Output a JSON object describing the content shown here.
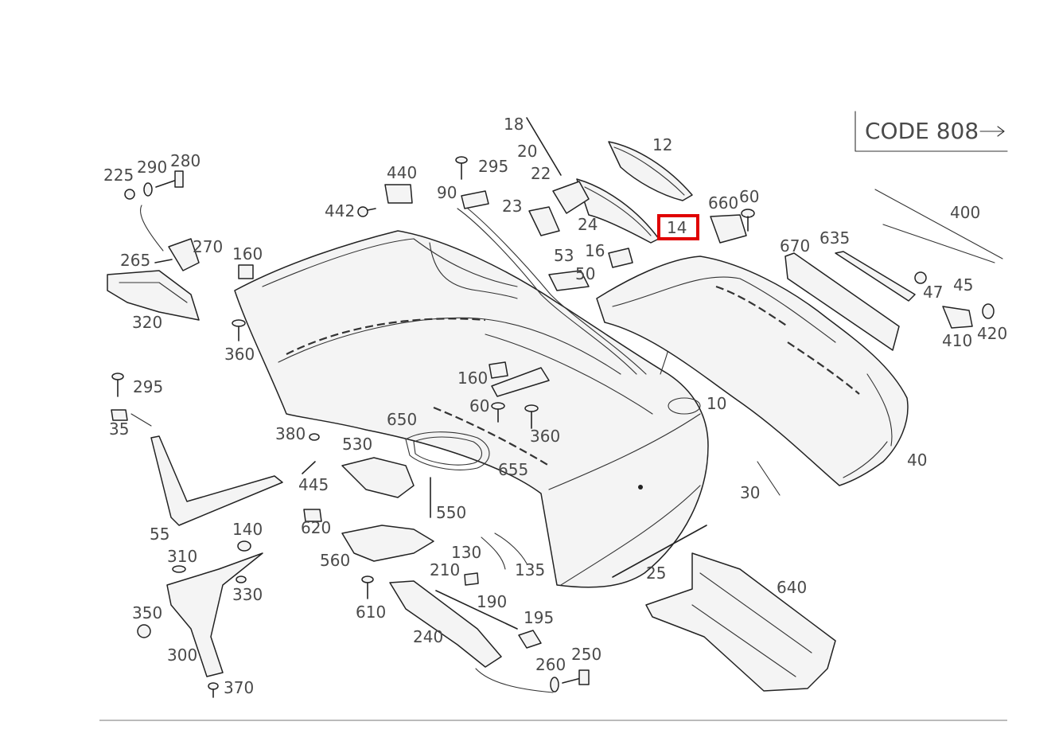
{
  "code_box": {
    "text": "CODE 808"
  },
  "highlight": {
    "color": "#e00000",
    "part": "14"
  },
  "line_color": "#222222",
  "label_color": "#4a4a4a",
  "callouts": {
    "c18": "18",
    "c20": "20",
    "c22": "22",
    "c12": "12",
    "c440": "440",
    "c295a": "295",
    "c90": "90",
    "c23": "23",
    "c24": "24",
    "c14": "14",
    "c660": "660",
    "c60a": "60",
    "c225": "225",
    "c290": "290",
    "c280": "280",
    "c442": "442",
    "c400": "400",
    "c670": "670",
    "c635": "635",
    "c160a": "160",
    "c270": "270",
    "c265": "265",
    "c53": "53",
    "c16": "16",
    "c50": "50",
    "c47": "47",
    "c45": "45",
    "c320": "320",
    "c410": "410",
    "c420": "420",
    "c360a": "360",
    "c160b": "160",
    "c10": "10",
    "c295b": "295",
    "c60b": "60",
    "c650": "650",
    "c360b": "360",
    "c35": "35",
    "c380": "380",
    "c530": "530",
    "c655": "655",
    "c40": "40",
    "c445": "445",
    "c550": "550",
    "c30": "30",
    "c620": "620",
    "c55": "55",
    "c140": "140",
    "c130": "130",
    "c560": "560",
    "c25": "25",
    "c640": "640",
    "c310": "310",
    "c210": "210",
    "c135": "135",
    "c330": "330",
    "c610": "610",
    "c190": "190",
    "c350": "350",
    "c195": "195",
    "c240": "240",
    "c300": "300",
    "c260": "260",
    "c250": "250",
    "c370": "370"
  }
}
